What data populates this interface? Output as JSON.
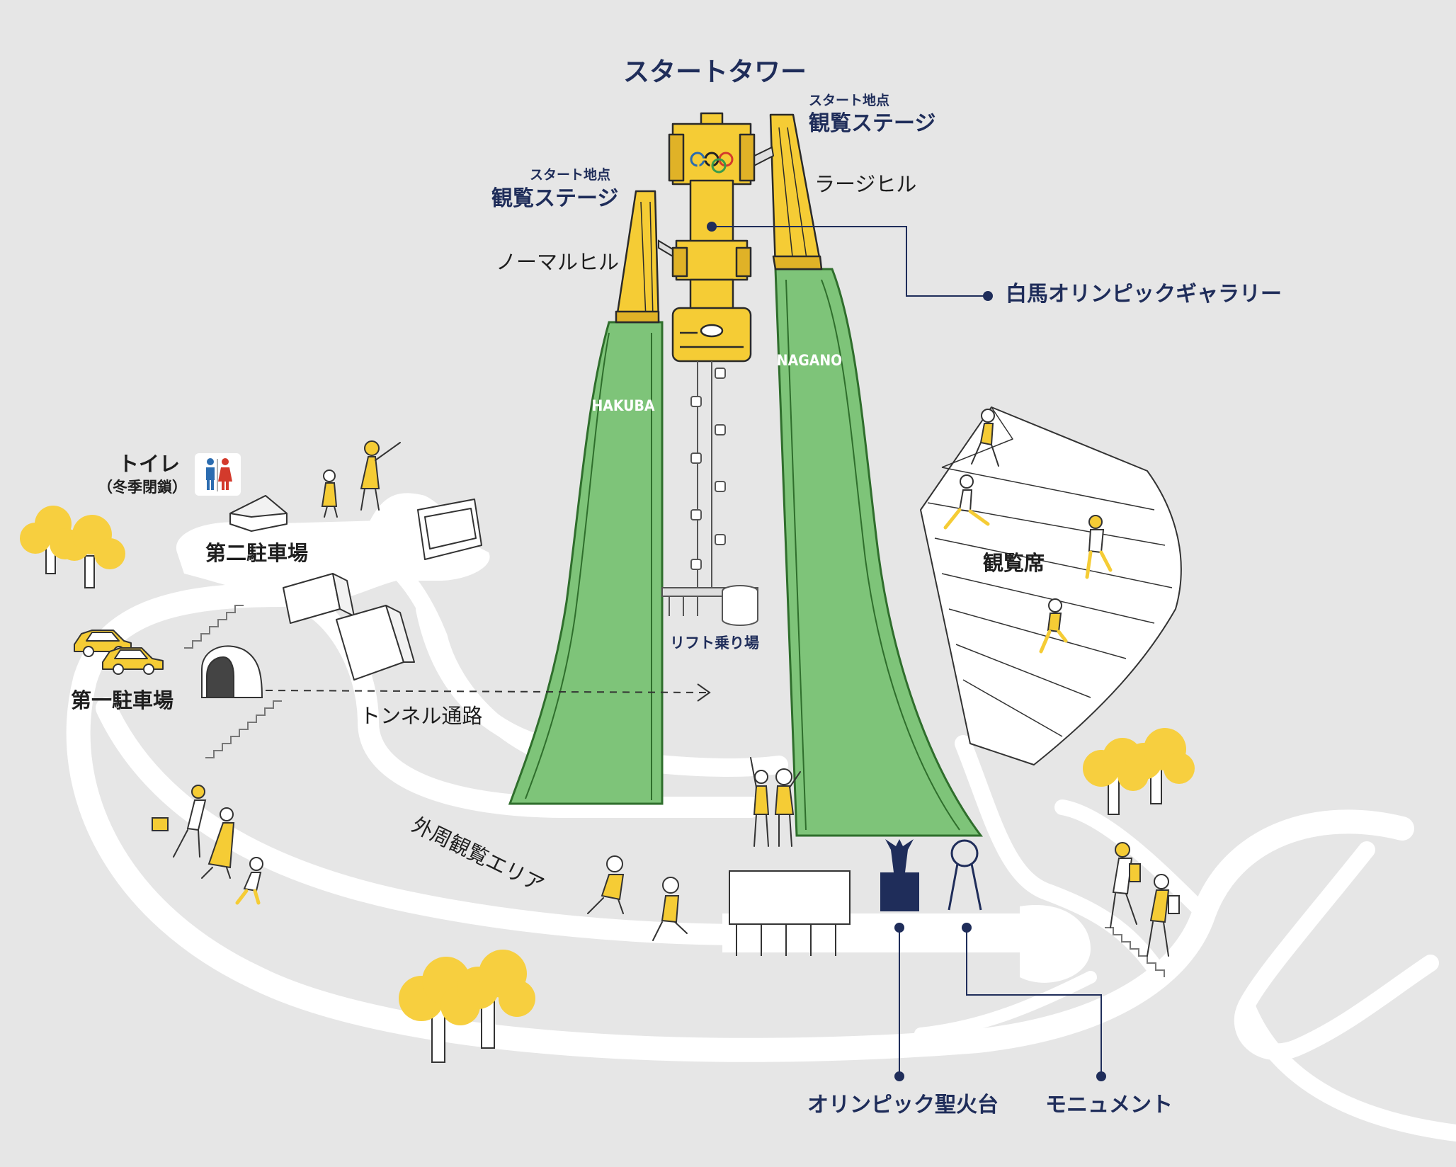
{
  "labels": {
    "start_tower": "スタートタワー",
    "start_point_right": "スタート地点",
    "viewing_stage_right": "観覧ステージ",
    "start_point_left": "スタート地点",
    "viewing_stage_left": "観覧ステージ",
    "large_hill": "ラージヒル",
    "normal_hill": "ノーマルヒル",
    "gallery": "白馬オリンピックギャラリー",
    "toilet": "トイレ",
    "toilet_note": "（冬季閉鎖）",
    "parking_2": "第二駐車場",
    "parking_1": "第一駐車場",
    "tunnel": "トンネル通路",
    "lift": "リフト乗り場",
    "seats": "観覧席",
    "outer_area": "外周観覧エリア",
    "cauldron": "オリンピック聖火台",
    "monument": "モニュメント",
    "hakuba": "HAKUBA",
    "nagano": "NAGANO"
  },
  "icons": [
    "toilet-icon",
    "tree-icon",
    "house-icon",
    "signboard-icon",
    "taxi-icon",
    "tunnel-icon",
    "olympic-rings-icon",
    "cauldron-icon",
    "monument-icon",
    "person-icon"
  ],
  "colors": {
    "background": "#e6e6e6",
    "path": "#ffffff",
    "hill_green": "#7ec479",
    "hill_edge": "#2f6e2c",
    "tower_yellow": "#f5cc35",
    "tree_yellow": "#f7cf3f",
    "navy": "#1f2d5a",
    "outline": "#2a2a2a",
    "toilet_male": "#2b6cb0",
    "toilet_female": "#d33a2c"
  }
}
